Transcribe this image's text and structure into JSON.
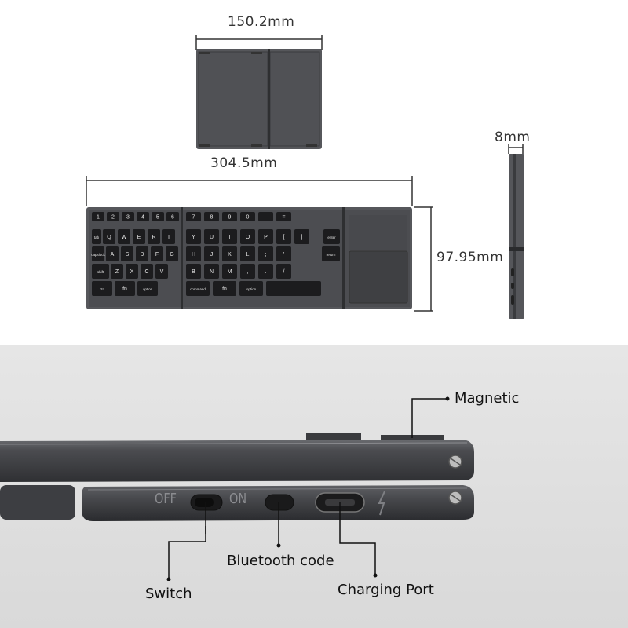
{
  "dimensions": {
    "folded_width": "150.2mm",
    "unfolded_width": "304.5mm",
    "height": "97.95mm",
    "thickness": "8mm"
  },
  "callouts": {
    "magnetic": "Magnetic",
    "switch": "Switch",
    "bluetooth_code": "Bluetooth code",
    "charging_port": "Charging Port"
  },
  "switch_labels": {
    "off": "OFF",
    "on": "ON"
  },
  "keyboard": {
    "left_rows": [
      [
        "1",
        "2",
        "3",
        "4",
        "5",
        "6"
      ],
      [
        "Q",
        "W",
        "E",
        "R",
        "T"
      ],
      [
        "A",
        "S",
        "D",
        "F",
        "G"
      ],
      [
        "Z",
        "X",
        "C",
        "V"
      ],
      [
        "ctrl",
        "fn",
        "option"
      ]
    ],
    "right_rows": [
      [
        "7",
        "8",
        "9",
        "0",
        "-",
        "="
      ],
      [
        "Y",
        "U",
        "I",
        "O",
        "P",
        "[",
        "]"
      ],
      [
        "H",
        "J",
        "K",
        "L",
        ";",
        "'"
      ],
      [
        "B",
        "N",
        "M",
        ",",
        ".",
        "/"
      ],
      [
        "command",
        "fn",
        "option"
      ]
    ],
    "row_labels": {
      "tab": "tab",
      "caps": "capslock",
      "shift": "shift",
      "enter": "enter",
      "return": "return"
    }
  },
  "colors": {
    "body": "#4a4b4f",
    "key": "#1c1c1e",
    "accent_blue": "#3a63d8",
    "background_panel": "#e0e0e0"
  }
}
